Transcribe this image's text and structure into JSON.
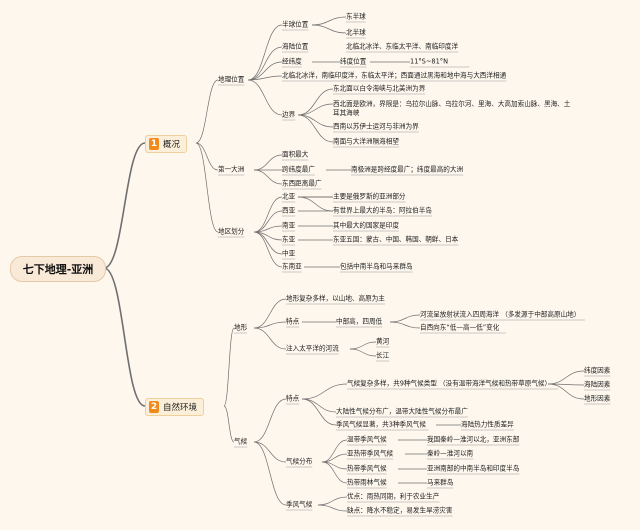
{
  "root": "七下地理-亚洲",
  "sections": [
    {
      "num": "1",
      "label": "概况"
    },
    {
      "num": "2",
      "label": "自然环境"
    }
  ],
  "texts": {
    "n1": "地理位置",
    "n2": "半球位置",
    "n3": "东半球",
    "n4": "北半球",
    "n5": "海陆位置",
    "n6": "北临北冰洋、东临太平洋、南临印度洋",
    "n7": "经纬度",
    "n8": "纬度位置",
    "n9": "11°S~81°N",
    "n10": "北临北冰洋，南临印度洋，东临太平洋；西面通过黑海和地中海与大西洋相通",
    "n11": "边界",
    "n12": "东北面以白令海峡与北美洲为界",
    "n13": "西北面是欧洲，界限是：乌拉尔山脉、乌拉尔河、里海、大高加索山脉、黑海、土耳其海峡",
    "n14": "西南以苏伊士运河与非洲为界",
    "n15": "南面与大洋洲隔海相望",
    "n16": "第一大洲",
    "n17": "面积最大",
    "n18": "跨纬度最广",
    "n19": "南极洲是跨经度最广；纬度最高的大洲",
    "n20": "东西距离最广",
    "n21": "地区划分",
    "n22": "北亚",
    "n23": "主要是俄罗斯的亚洲部分",
    "n24": "西亚",
    "n25": "有世界上最大的半岛：阿拉伯半岛",
    "n26": "南亚",
    "n27": "其中最大的国家是印度",
    "n28": "东亚",
    "n29": "东亚五国：蒙古、中国、韩国、朝鲜、日本",
    "n30": "中亚",
    "n31": "东南亚",
    "n32": "包括中南半岛和马来群岛",
    "n33": "地形",
    "n34": "地形复杂多样，以山地、高原为主",
    "n35": "特点",
    "n36": "中部高，四周低",
    "n37": "河流呈放射状流入四周海洋 （多发源于中部高原山地）",
    "n38": "自西向东“低—高—低”变化",
    "n39": "注入太平洋的河流",
    "n40": "黄河",
    "n41": "长江",
    "n42": "气候",
    "n43": "特点",
    "n44": "气候复杂多样，共9种气候类型 （没有温带海洋气候和热带草原气候）",
    "n45": "纬度因素",
    "n46": "海陆因素",
    "n47": "地形因素",
    "n48": "大陆性气候分布广，温带大陆性气候分布最广",
    "n49": "季风气候显著，共3种季风气候",
    "n50": "海陆热力性质差异",
    "n51": "气候分布",
    "n52": "温带季风气候",
    "n53": "我国秦岭—淮河以北，亚洲东部",
    "n54": "亚热带季风气候",
    "n55": "秦岭—淮河以南",
    "n56": "热带季风气候",
    "n57": "亚洲南部的中南半岛和印度半岛",
    "n58": "热带雨林气候",
    "n59": "马来群岛",
    "n60": "季风气候",
    "n61": "优点：雨热同期，利于农业生产",
    "n62": "缺点：降水不稳定，易发生旱涝灾害"
  },
  "colors": {
    "badge": "#f18a1c",
    "line": "#6f6f6f",
    "background": "#fdf7ee"
  }
}
